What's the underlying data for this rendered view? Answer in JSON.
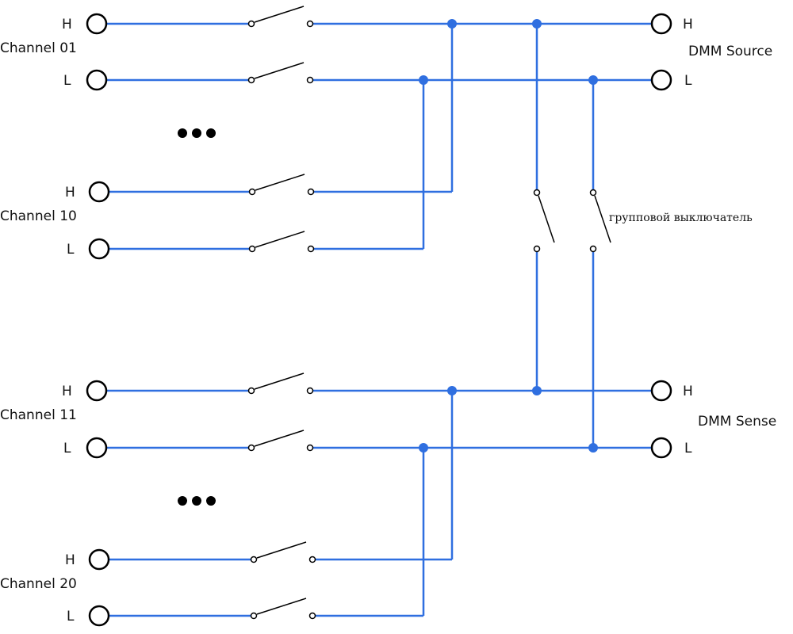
{
  "colors": {
    "wire": "#2f6fe0",
    "junction": "#2f6fe0",
    "ink": "#000000",
    "text": "#111111"
  },
  "channels": {
    "ch01": {
      "label": "Channel 01",
      "high": "H",
      "low": "L"
    },
    "ch10": {
      "label": "Channel 10",
      "high": "H",
      "low": "L"
    },
    "ch11": {
      "label": "Channel 11",
      "high": "H",
      "low": "L"
    },
    "ch20": {
      "label": "Channel 20",
      "high": "H",
      "low": "L"
    }
  },
  "outputs": {
    "source": {
      "label": "DMM Source",
      "high": "H",
      "low": "L"
    },
    "sense": {
      "label": "DMM Sense",
      "high": "H",
      "low": "L"
    }
  },
  "group_switch": {
    "label": "групповой выключатель"
  },
  "icons": {
    "terminal": "terminal-circle-icon",
    "switch": "open-switch-icon",
    "ellipsis": "ellipsis-icon"
  }
}
